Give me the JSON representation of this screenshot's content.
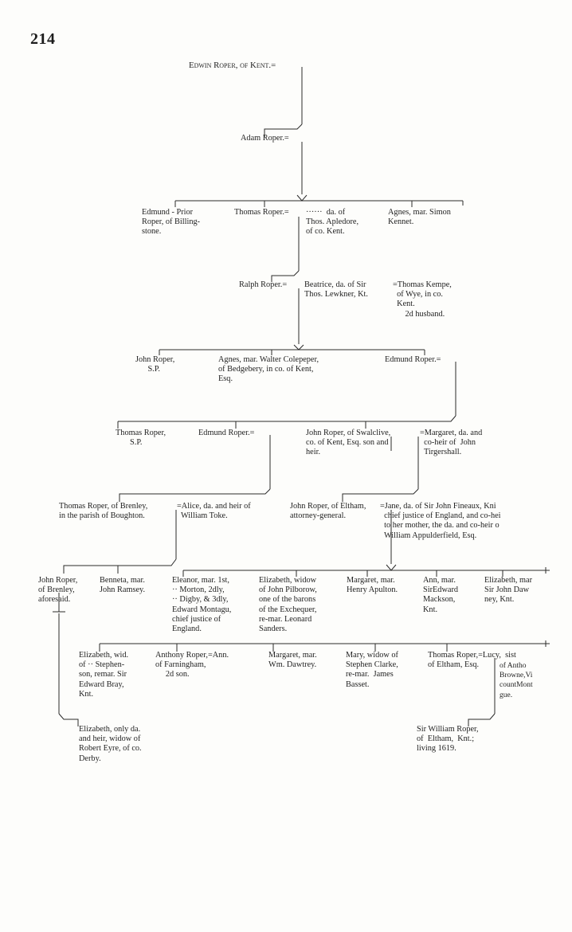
{
  "page_number": "214",
  "gen1": {
    "edwin": "Edwin Roper, of Kent.="
  },
  "gen2": {
    "adam": "Adam Roper.="
  },
  "gen3": {
    "edmund_prior": "Edmund - Prior\nRoper, of Billing-\nstone.",
    "thomas": "Thomas Roper.=",
    "thomas_wife": "······  da. of\nThos. Apledore,\nof co. Kent.",
    "agnes": "Agnes, mar. Simon\nKennet."
  },
  "gen4": {
    "ralph": "Ralph Roper.=",
    "beatrice": "Beatrice, da. of Sir\nThos. Lewkner, Kt.",
    "kempe": "=Thomas Kempe,\n  of Wye, in co.\n  Kent.\n      2d husband."
  },
  "gen5": {
    "john": "John Roper,\n      S.P.",
    "agnes": "Agnes, mar. Walter Colepeper,\nof Bedgebery, in co. of Kent,\nEsq.",
    "edmund": "Edmund Roper.="
  },
  "gen6": {
    "thomas": "Thomas Roper,\n       S.P.",
    "edmund": "Edmund Roper.=",
    "john_swalclive": "John Roper, of Swalclive,\nco. of Kent, Esq. son and\nheir.",
    "margaret": "=Margaret, da. and\n  co-heir of  John\n  Tirgershall."
  },
  "gen7": {
    "thomas_brenley": "Thomas Roper, of Brenley,\nin the parish of Boughton.",
    "alice": "=Alice, da. and heir of\n  William Toke.",
    "john_eltham": "John Roper, of Eltham,\nattorney-general.",
    "jane": "=Jane, da. of Sir John Fineaux, Kni\n  chief justice of England, and co-hei\n  to her mother, the da. and co-heir o\n  William Appulderfield, Esq."
  },
  "gen8": {
    "john_brenley": "John Roper,\nof Brenley,\naforesaid.",
    "benneta": "Benneta, mar.\nJohn Ramsey.",
    "eleanor": "Eleanor, mar. 1st,\n·· Morton, 2dly,\n·· Digby, & 3dly,\nEdward Montagu,\nchief justice of\nEngland.",
    "elizabeth_pilborow": "Elizabeth, widow\nof John Pilborow,\none of the barons\nof the Exchequer,\nre-mar. Leonard\nSanders.",
    "margaret_apulton": "Margaret, mar.\nHenry Apulton.",
    "ann_mackson": "Ann, mar.\nSirEdward\nMackson,\nKnt.",
    "elizabeth_dawney": "Elizabeth, mar\nSir John Daw\nney, Knt."
  },
  "gen9": {
    "elizabeth_bray": "Elizabeth, wid.\nof ·· Stephen-\nson, remar. Sir\nEdward Bray,\nKnt.",
    "anthony": "Anthony Roper,=Ann.\nof Farningham,\n     2d son.",
    "margaret_dawtrey": "Margaret, mar.\nWm. Dawtrey.",
    "mary": "Mary, widow of\nStephen Clarke,\nre-mar.  James\nBasset.",
    "thomas_eltham": "Thomas Roper,=Lucy,  sist\nof Eltham, Esq.",
    "lucy_detail": "of Antho\nBrowne,Vi\ncountMont\ngue."
  },
  "gen10": {
    "elizabeth_eyre": "Elizabeth, only da.\nand heir, widow of\nRobert Eyre, of co.\nDerby.",
    "william": "Sir William Roper,\nof  Eltham,  Knt.;\nliving 1619."
  }
}
